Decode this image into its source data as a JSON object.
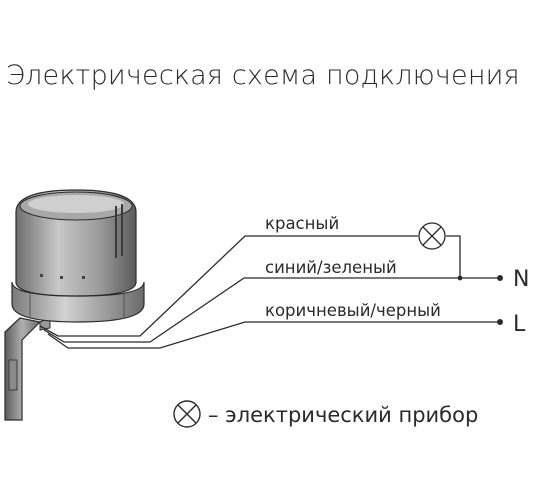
{
  "title": "Электрическая схема подключения",
  "wires": {
    "red": "красный",
    "blue_green": "синий/зеленый",
    "brown_black": "коричневый/черный"
  },
  "terminals": {
    "neutral": "N",
    "line": "L"
  },
  "legend": {
    "icon": "lamp-cross-icon",
    "text": "– электрический прибор"
  },
  "colors": {
    "line": "#2b2b2b",
    "sensor_body": "#bdbdbd",
    "sensor_shade": "#8c8c8c"
  }
}
